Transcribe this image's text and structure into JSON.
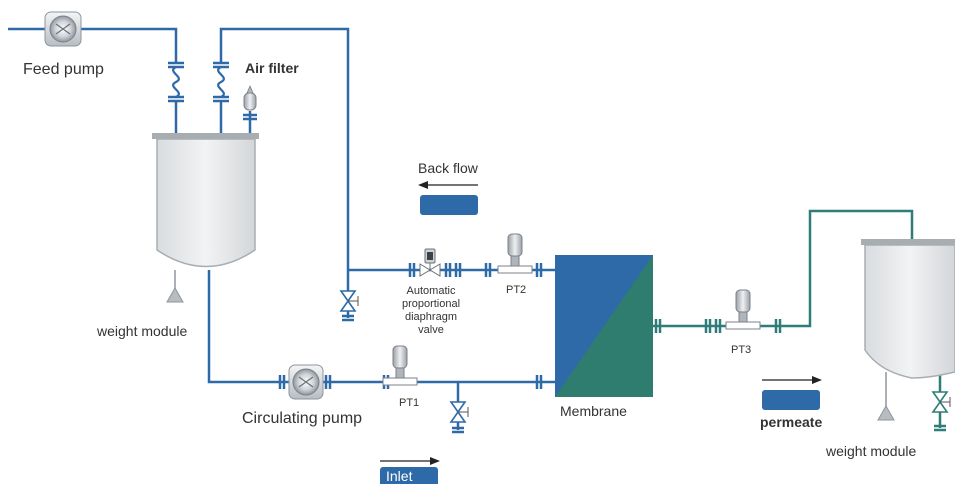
{
  "labels": {
    "feed_pump": "Feed pump",
    "air_filter": "Air filter",
    "back_flow": "Back flow",
    "valve_line1": "Automatic",
    "valve_line2": "proportional",
    "valve_line3": "diaphragm",
    "valve_line4": "valve",
    "pt2": "PT2",
    "pt1": "PT1",
    "pt3": "PT3",
    "weight_module_left": "weight module",
    "circulating_pump": "Circulating pump",
    "membrane": "Membrane",
    "permeate": "permeate",
    "weight_module_right": "weight module",
    "inlet": "Inlet"
  },
  "colors": {
    "pipe_blue": "#2e6aa8",
    "pipe_teal": "#2e7d78",
    "membrane_blue": "#2e6aa8",
    "membrane_teal": "#2e7d6e",
    "tank_fill": "#e6e8ea",
    "button_blue": "#2e6aa8"
  }
}
